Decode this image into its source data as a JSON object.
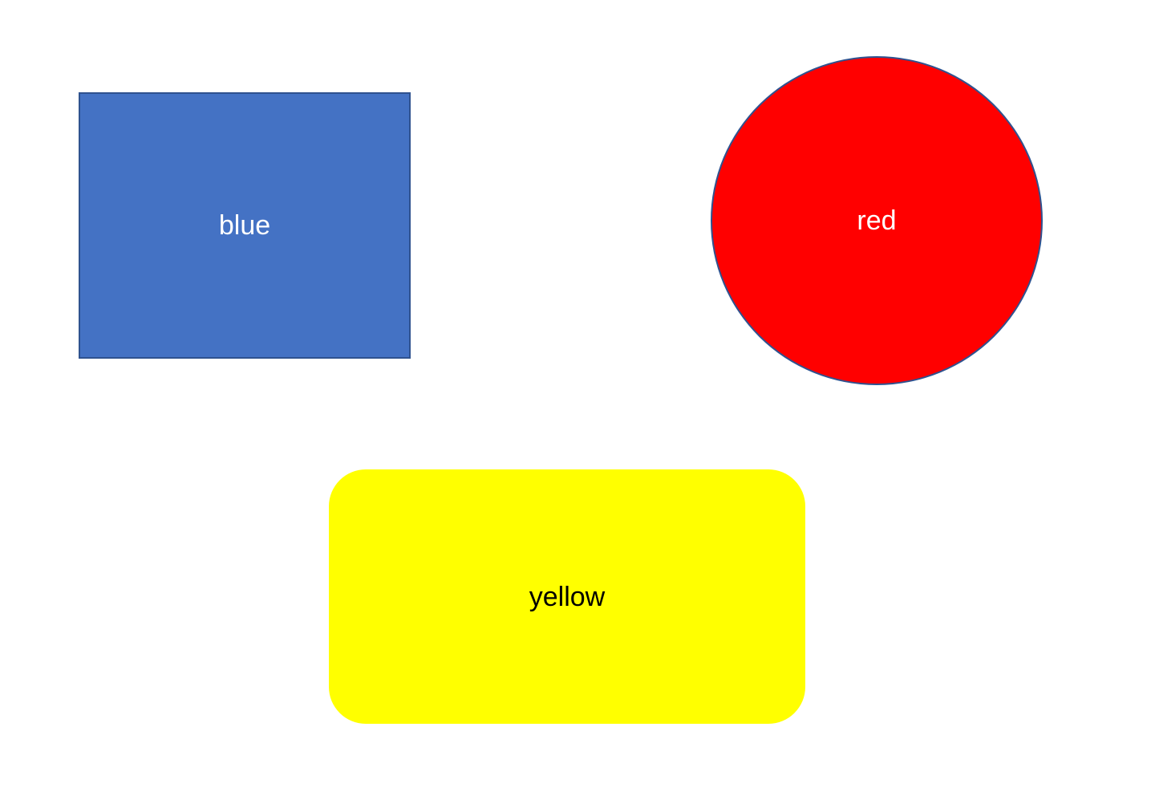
{
  "shapes": [
    {
      "kind": "rectangle",
      "label": "blue",
      "fill": "#4472c4",
      "stroke": "#2f528f",
      "text_color": "#ffffff"
    },
    {
      "kind": "ellipse",
      "label": "red",
      "fill": "#ff0000",
      "stroke": "#2f528f",
      "text_color": "#ffffff"
    },
    {
      "kind": "rounded-rectangle",
      "label": "yellow",
      "fill": "#ffff00",
      "stroke": "none",
      "text_color": "#000000"
    }
  ]
}
